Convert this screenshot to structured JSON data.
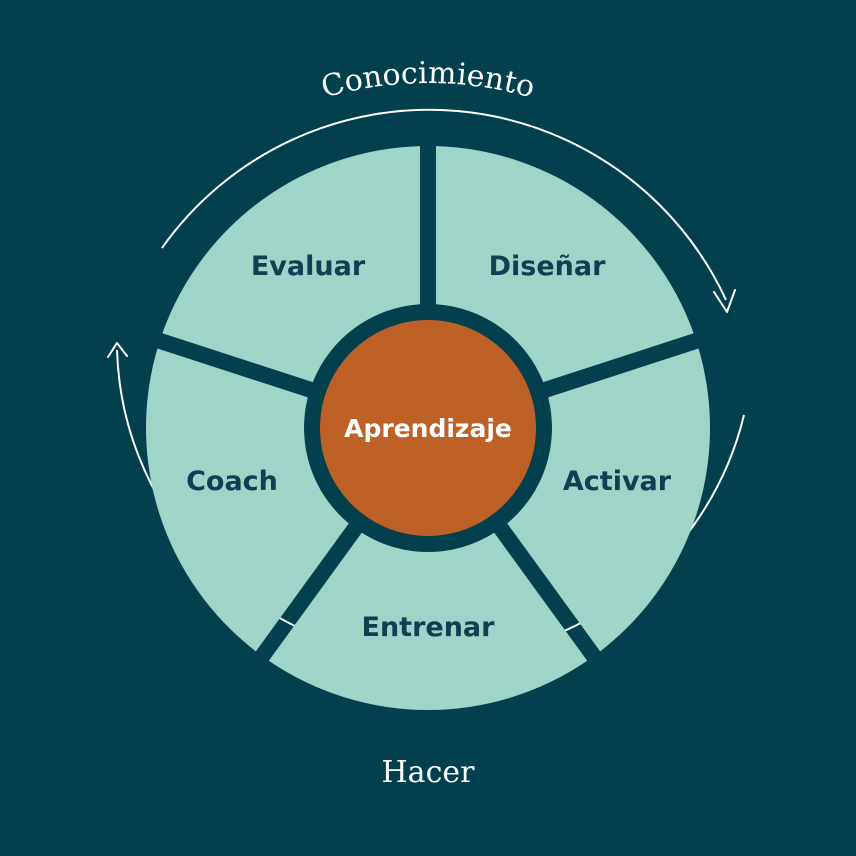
{
  "diagram": {
    "center": {
      "label": "Aprendizaje",
      "color": "#bd6127"
    },
    "segments": [
      {
        "label": "Diseñar"
      },
      {
        "label": "Activar"
      },
      {
        "label": "Entrenar"
      },
      {
        "label": "Coach"
      },
      {
        "label": "Evaluar"
      }
    ],
    "outer_labels": {
      "top": "Conocimiento",
      "bottom": "Hacer"
    },
    "colors": {
      "background": "#02404d",
      "segment": "#9fd4c9",
      "segment_text": "#0b4150",
      "arc": "#ffffff"
    }
  }
}
